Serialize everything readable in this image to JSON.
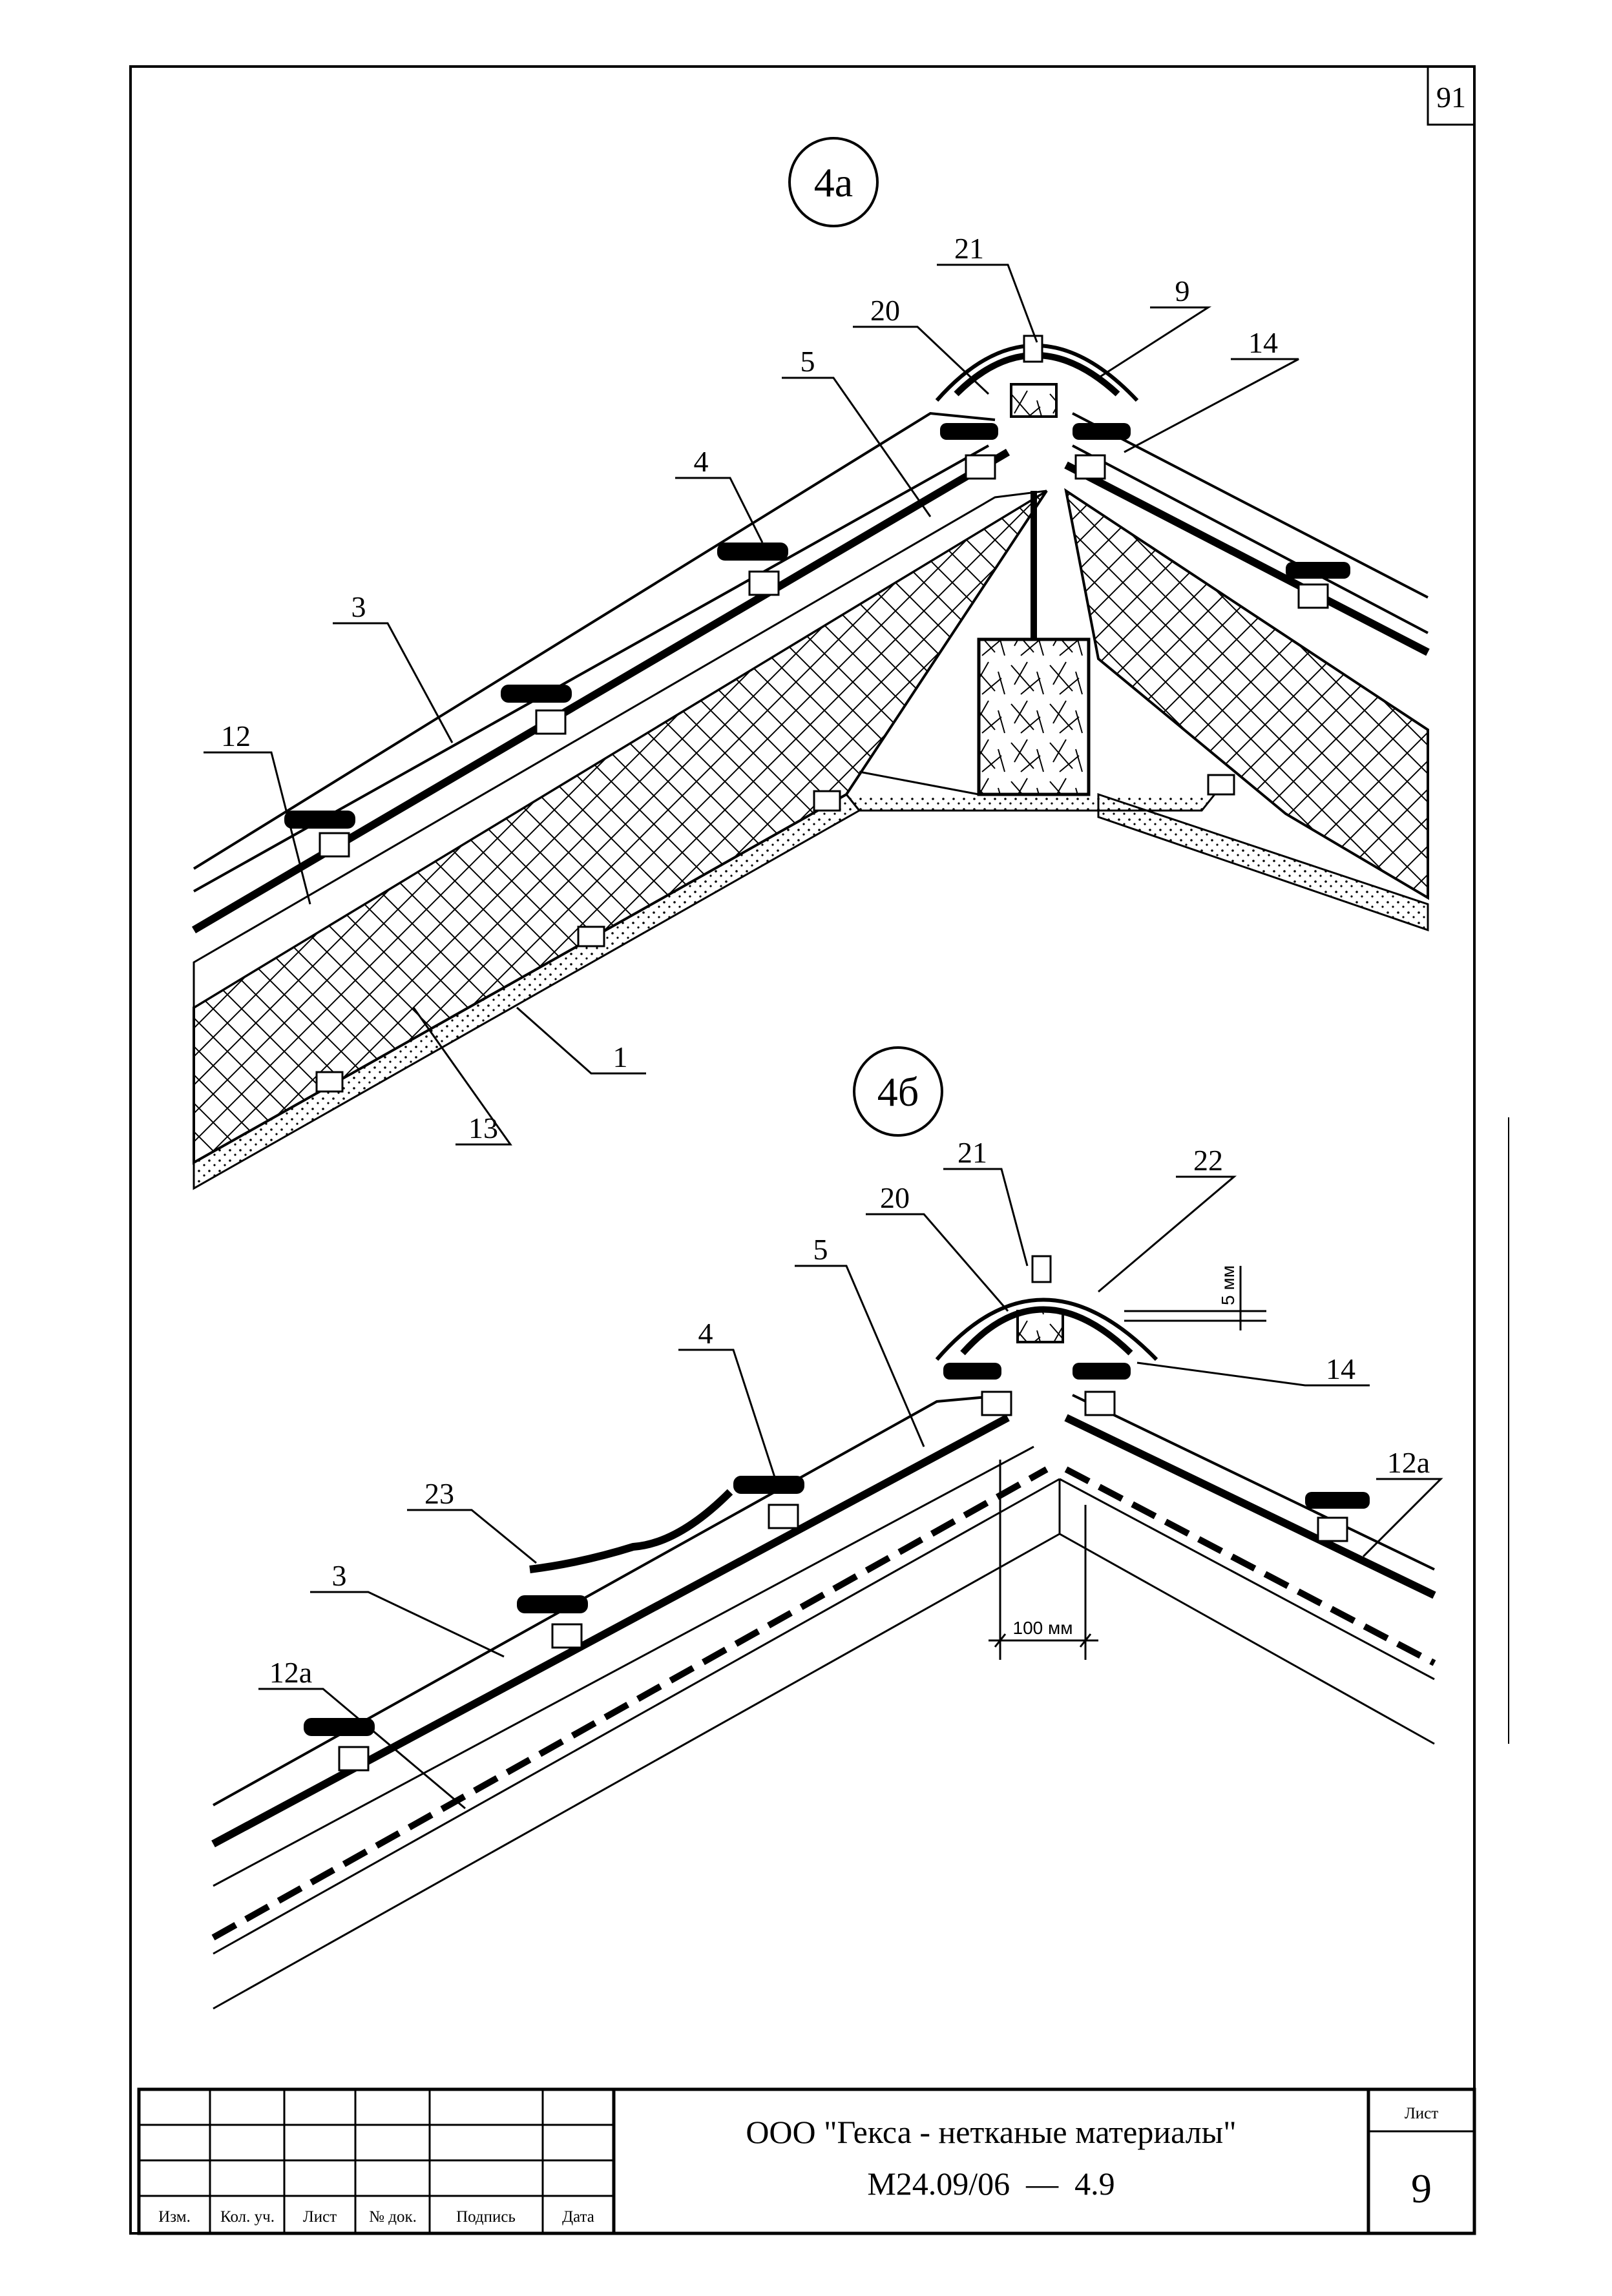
{
  "sheet_number_top": "91",
  "detail_a": {
    "marker": "4а",
    "labels": {
      "l21": "21",
      "l20": "20",
      "l9": "9",
      "l14": "14",
      "l5": "5",
      "l4": "4",
      "l3": "3",
      "l12": "12",
      "l1": "1",
      "l13": "13"
    }
  },
  "detail_b": {
    "marker": "4б",
    "labels": {
      "l21": "21",
      "l22": "22",
      "l20": "20",
      "l5": "5",
      "l4": "4",
      "l23": "23",
      "l3": "3",
      "l12a_left": "12а",
      "l14": "14",
      "l12a_right": "12а"
    },
    "dim_gap": "5 мм",
    "dim_overlap": "100 мм"
  },
  "title_block": {
    "headers": [
      "Изм.",
      "Кол. уч.",
      "Лист",
      "№ док.",
      "Подпись",
      "Дата"
    ],
    "company": "ООО \"Гекса - нетканые материалы\"",
    "doc_code": "М24.09/06  —  4.9",
    "sheet_label": "Лист",
    "sheet_number": "9"
  }
}
